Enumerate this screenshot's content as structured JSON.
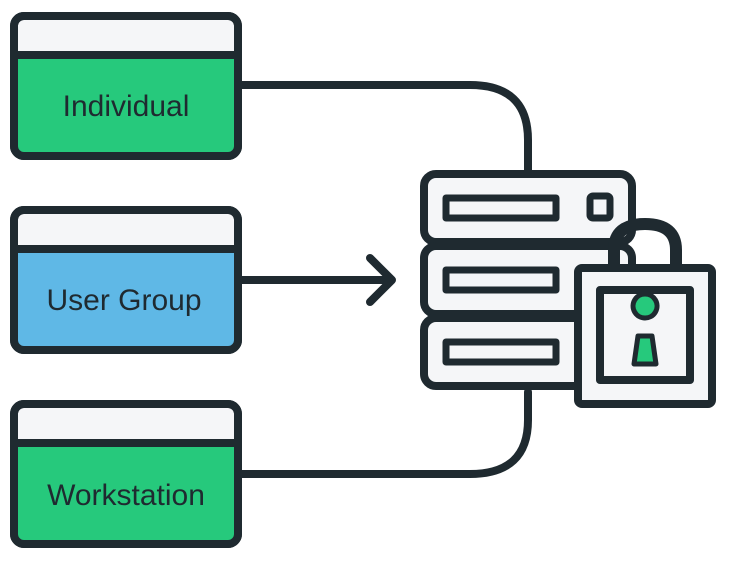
{
  "diagram": {
    "cards": [
      {
        "id": "individual",
        "label": "Individual",
        "color": "#26c97c"
      },
      {
        "id": "user-group",
        "label": "User Group",
        "color": "#5fb8e6"
      },
      {
        "id": "workstation",
        "label": "Workstation",
        "color": "#26c97c"
      }
    ],
    "colors": {
      "outline": "#1f2a30",
      "card_header": "#f5f6f8",
      "server_fill": "#f5f6f8",
      "lock_fill": "#f5f6f8",
      "keyhole": "#26c97c"
    },
    "icons": {
      "server": "server-stack-icon",
      "lock": "padlock-icon",
      "arrow": "arrow-right-icon"
    }
  }
}
